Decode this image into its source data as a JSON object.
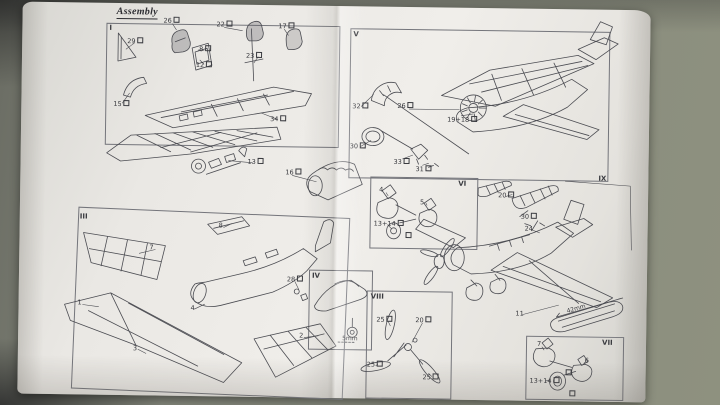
{
  "title": "Assembly",
  "sections": {
    "i": {
      "num": "I",
      "parts": {
        "p29": "29",
        "p26": "26",
        "p8": "8",
        "p12": "12",
        "p22": "22",
        "p23": "23",
        "p17": "17",
        "p34": "34",
        "p15": "15"
      }
    },
    "ii": {
      "parts": {
        "p13": "13",
        "p16": "16"
      }
    },
    "iii": {
      "num": "III",
      "parts": {
        "p7": "7",
        "p8": "8",
        "p28": "28",
        "p1": "1",
        "p2": "2",
        "p3": "3",
        "p4": "4"
      }
    },
    "iv": {
      "num": "IV",
      "note": "5mm"
    },
    "v": {
      "num": "V",
      "parts": {
        "p32": "32",
        "p30": "30",
        "p26": "26",
        "p19": "19+18",
        "p33": "33",
        "p31": "31"
      }
    },
    "vi": {
      "num": "VI",
      "parts": {
        "p4": "4",
        "p5": "5",
        "p13": "13+14"
      }
    },
    "vii": {
      "num": "VII",
      "parts": {
        "p7": "7",
        "p6": "6",
        "p13": "13+14"
      }
    },
    "viii": {
      "num": "VIII",
      "parts": {
        "p25a": "25",
        "p20": "20",
        "p25b": "25",
        "p25c": "25"
      }
    },
    "ix": {
      "num": "IX",
      "parts": {
        "p20": "20",
        "p30": "30",
        "p24": "24",
        "p11": "11"
      },
      "note": "42mm"
    }
  }
}
